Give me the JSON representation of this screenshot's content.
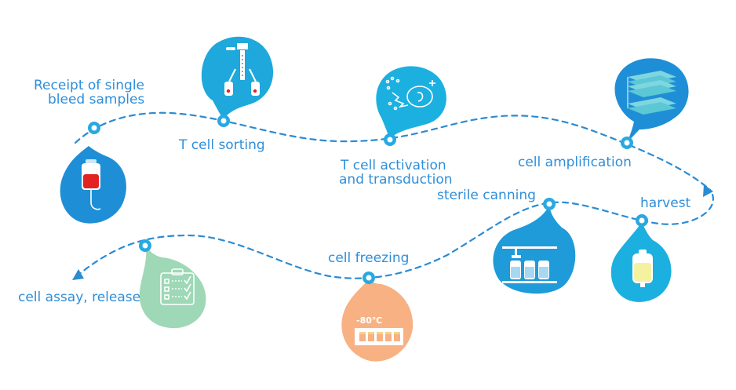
{
  "steps": [
    {
      "id": "receipt",
      "lines": [
        "Receipt of single",
        "bleed samples"
      ],
      "icon": "blood-bag-icon",
      "color": "#1e8fd6"
    },
    {
      "id": "sorting",
      "lines": [
        "T cell sorting"
      ],
      "icon": "cell-sorter-icon",
      "color": "#1ea8dc"
    },
    {
      "id": "activation",
      "lines": [
        "T cell activation",
        "and transduction"
      ],
      "icon": "t-cell-activation-icon",
      "color": "#1cb0e0"
    },
    {
      "id": "amplification",
      "lines": [
        "cell amplification"
      ],
      "icon": "culture-flask-stack-icon",
      "color": "#1e8fd6"
    },
    {
      "id": "harvest",
      "lines": [
        "harvest"
      ],
      "icon": "harvest-bag-icon",
      "color": "#1cb0e0"
    },
    {
      "id": "canning",
      "lines": [
        "sterile canning"
      ],
      "icon": "filling-line-icon",
      "color": "#1e9bd8"
    },
    {
      "id": "freezing",
      "lines": [
        "cell freezing"
      ],
      "icon": "freezer-rack-icon",
      "color": "#f7b183",
      "temp": "-80℃"
    },
    {
      "id": "assay",
      "lines": [
        "cell assay, release"
      ],
      "icon": "checklist-clipboard-icon",
      "color": "#9ed8b6"
    }
  ],
  "colors": {
    "path": "#2b8bd3",
    "label": "#2f8ed9",
    "node": "#27a9e1"
  }
}
